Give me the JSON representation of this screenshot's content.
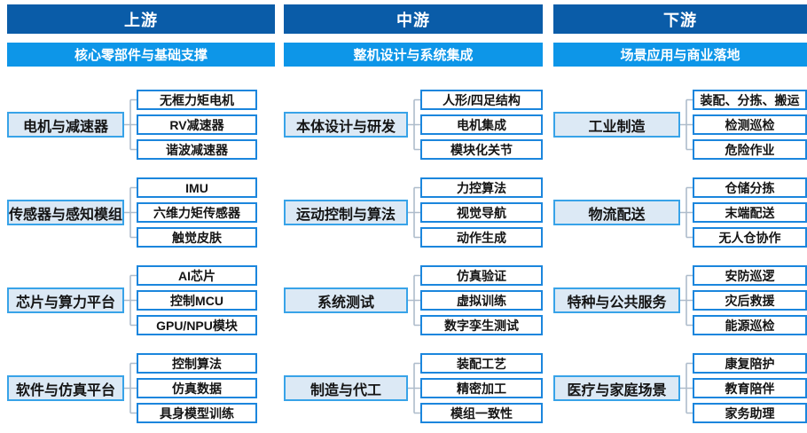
{
  "colors": {
    "header_bg": "#0a5ca8",
    "subheader_bg": "#0d96e8",
    "category_fill": "#dce9f5",
    "category_border": "#38a3e8",
    "item_border": "#1b86dd",
    "connector": "#aebccb",
    "text": "#141414"
  },
  "columns": [
    {
      "header": "上游",
      "subheader": "核心零部件与基础支撑",
      "groups": [
        {
          "category": "电机与减速器",
          "items": [
            "无框力矩电机",
            "RV减速器",
            "谐波减速器"
          ]
        },
        {
          "category": "传感器与感知模组",
          "items": [
            "IMU",
            "六维力矩传感器",
            "触觉皮肤"
          ]
        },
        {
          "category": "芯片与算力平台",
          "items": [
            "AI芯片",
            "控制MCU",
            "GPU/NPU模块"
          ]
        },
        {
          "category": "软件与仿真平台",
          "items": [
            "控制算法",
            "仿真数据",
            "具身模型训练"
          ]
        }
      ]
    },
    {
      "header": "中游",
      "subheader": "整机设计与系统集成",
      "groups": [
        {
          "category": "本体设计与研发",
          "items": [
            "人形/四足结构",
            "电机集成",
            "模块化关节"
          ]
        },
        {
          "category": "运动控制与算法",
          "items": [
            "力控算法",
            "视觉导航",
            "动作生成"
          ]
        },
        {
          "category": "系统测试",
          "items": [
            "仿真验证",
            "虚拟训练",
            "数字孪生测试"
          ]
        },
        {
          "category": "制造与代工",
          "items": [
            "装配工艺",
            "精密加工",
            "模组一致性"
          ]
        }
      ]
    },
    {
      "header": "下游",
      "subheader": "场景应用与商业落地",
      "groups": [
        {
          "category": "工业制造",
          "items": [
            "装配、分拣、搬运",
            "检测巡检",
            "危险作业"
          ]
        },
        {
          "category": "物流配送",
          "items": [
            "仓储分拣",
            "末端配送",
            "无人仓协作"
          ]
        },
        {
          "category": "特种与公共服务",
          "items": [
            "安防巡逻",
            "灾后救援",
            "能源巡检"
          ]
        },
        {
          "category": "医疗与家庭场景",
          "items": [
            "康复陪护",
            "教育陪伴",
            "家务助理"
          ]
        }
      ]
    }
  ]
}
